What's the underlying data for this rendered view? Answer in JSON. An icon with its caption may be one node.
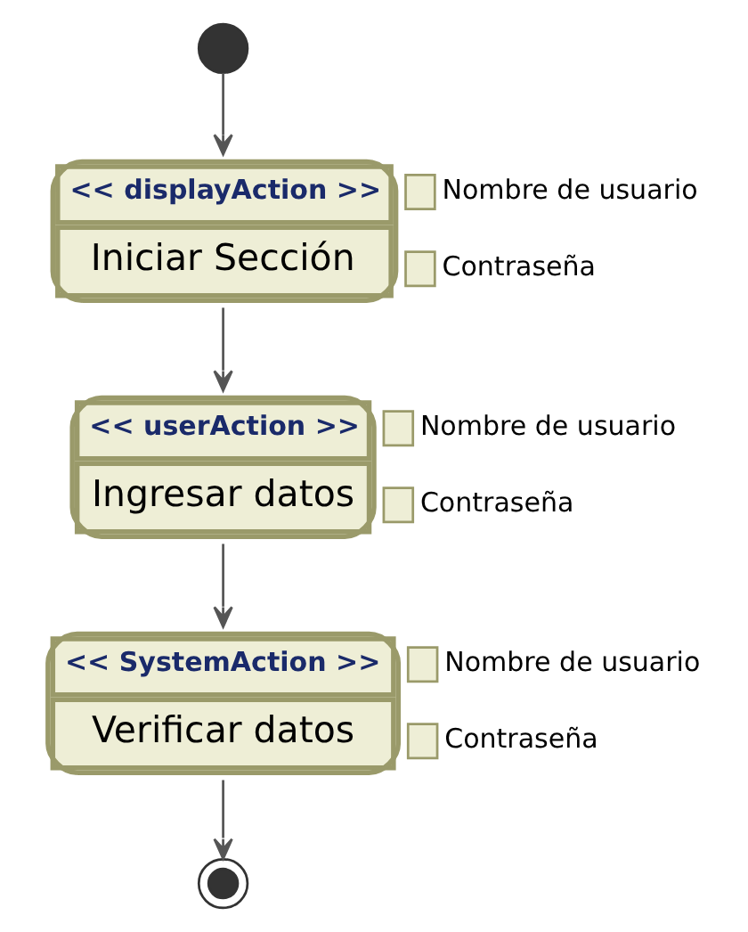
{
  "diagram": {
    "nodes": [
      {
        "text": [],
        "shape": "circle"
      },
      {
        "text": [
          "<< displayAction >>",
          "Iniciar Sección"
        ],
        "beside": [
          "Nombre de usuario",
          "Contraseña"
        ]
      },
      {
        "text": [
          "<< userAction >>",
          "Ingresar datos"
        ],
        "beside": [
          "Nombre de usuario",
          "Contraseña"
        ]
      },
      {
        "text": [
          "<< SystemAction >>",
          "Verificar datos"
        ],
        "beside": [
          "Nombre de usuario",
          "Contraseña"
        ]
      },
      {
        "text": [],
        "shape": "circle"
      }
    ],
    "edges": [
      {
        "from": 0,
        "to": 1,
        "arrow": "to"
      },
      {
        "from": 1,
        "to": 2,
        "arrow": "to"
      },
      {
        "from": 2,
        "to": 3,
        "arrow": "to"
      },
      {
        "from": 3,
        "to": 4,
        "arrow": "to"
      }
    ]
  }
}
